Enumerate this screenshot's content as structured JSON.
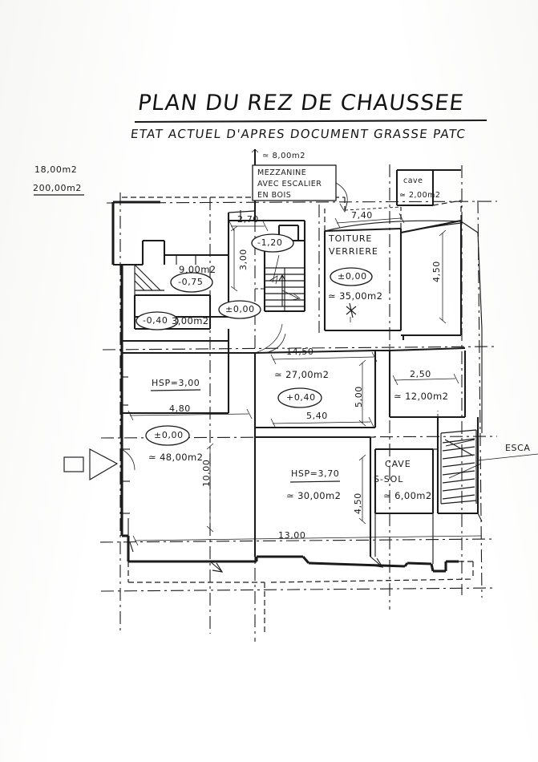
{
  "document": {
    "title": "PLAN DU REZ DE CHAUSSEE",
    "subtitle": "ETAT ACTUEL D'APRES DOCUMENT GRASSE PATC",
    "sheet_width": 671,
    "sheet_height": 950,
    "ink_color": "#1b1b1b",
    "paper_color": "#ffffff"
  },
  "summary": {
    "area_small": "18,00m2",
    "area_total": "200,00m2"
  },
  "annotations": {
    "mezzanine_area": "≃ 8,00m2",
    "mezzanine_line1": "MEZZANINE",
    "mezzanine_line2": "AVEC ESCALIER",
    "mezzanine_line3": "EN BOIS",
    "cave_top_label": "cave",
    "cave_top_area": "≃ 2,00m2",
    "toiture_line1": "TOITURE",
    "toiture_line2": "VERRIERE",
    "toiture_level": "±0,00",
    "toiture_area": "≃ 35,00m2",
    "cave_ss_line1": "CAVE",
    "cave_ss_line2": "S-SOL",
    "cave_ss_area": "≃ 6,00m2",
    "escalier_right": "ESCA"
  },
  "levels": {
    "entry_hall": "-0,75",
    "wc_small": "-0,40",
    "stair_landing": "-1,20",
    "stair_base": "±0,00",
    "west_room": "±0,00",
    "center_room": "+0,40",
    "verriere": "±0,00"
  },
  "areas": {
    "hall_9": "9,00m2",
    "small_3": "3,00m2",
    "west_48": "≃ 48,00m2",
    "center_27": "≃ 27,00m2",
    "east_12": "≃ 12,00m2",
    "south_30": "≃ 30,00m2",
    "verriere_35": "≃ 35,00m2",
    "mezz_8": "≃ 8,00m2",
    "cave_2": "≃ 2,00m2",
    "cave_6": "≃ 6,00m2"
  },
  "heights": {
    "hsp_west": "HSP=3,00",
    "hsp_south": "HSP=3,70"
  },
  "dimensions": {
    "d_270": "2,70",
    "d_300_v": "3,00",
    "d_740": "7,40",
    "d_450_ne": "4,50",
    "d_1450": "14,50",
    "d_500": "5,00",
    "d_540": "5,40",
    "d_480": "4,80",
    "d_250": "2,50",
    "d_1000": "10,00",
    "d_450_s": "4,50",
    "d_1300": "13,00"
  },
  "symbols": {
    "north_marker": "north-arrow-marker",
    "stair_run": "staircase-hatch",
    "verriere_mark": "verriere-symbol"
  }
}
